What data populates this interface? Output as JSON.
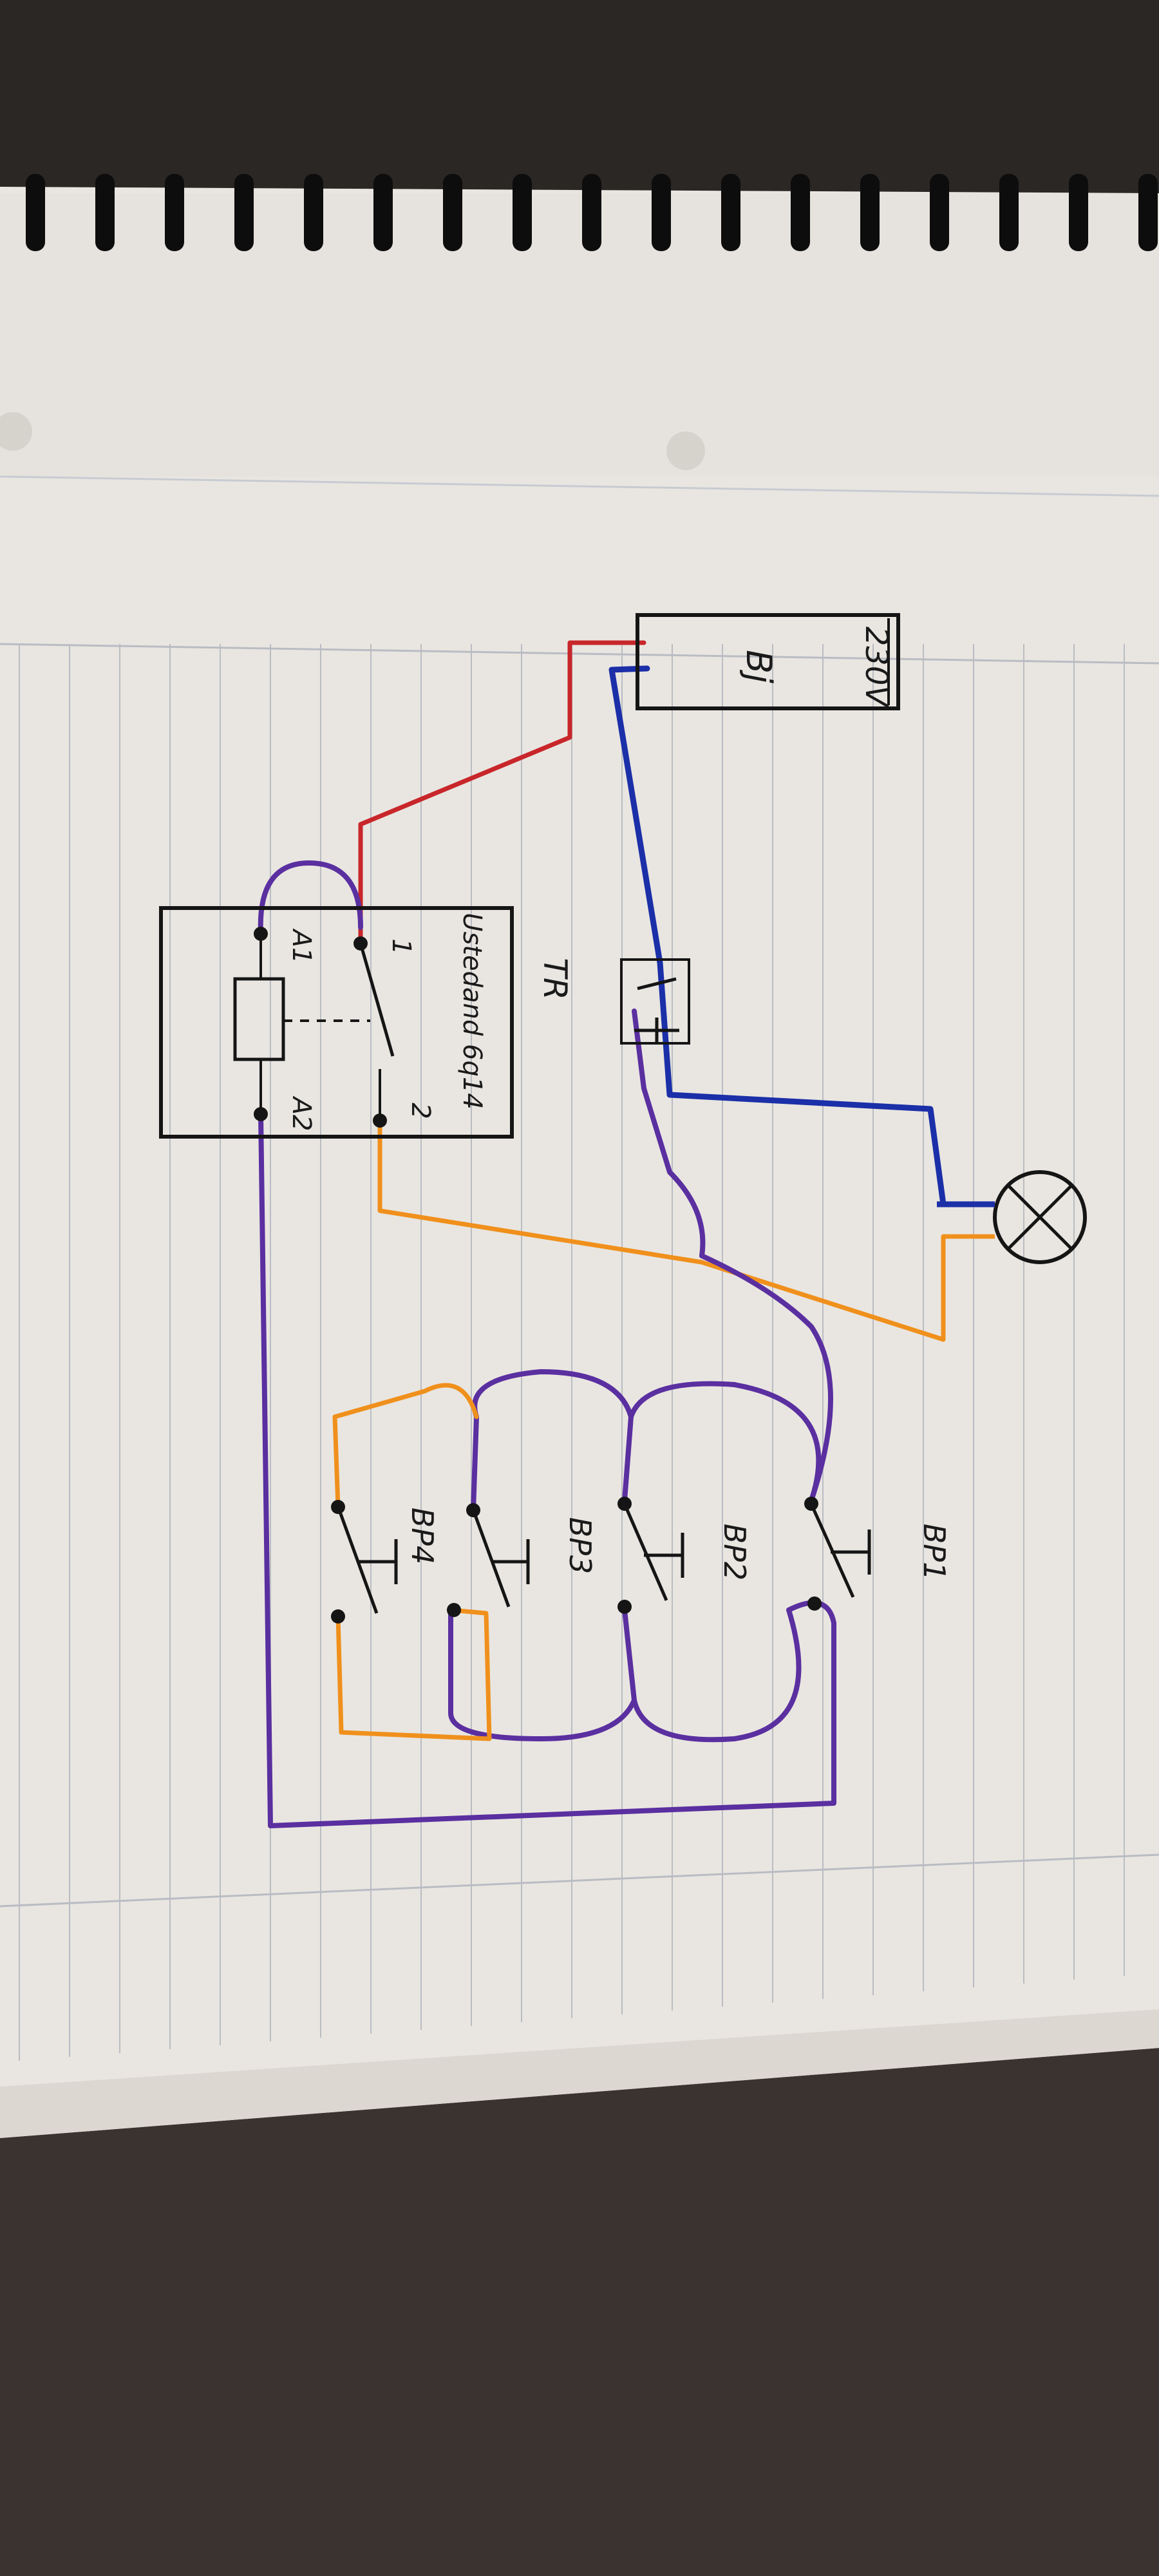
{
  "colors": {
    "background_leather": "#3a3330",
    "paper": "#e9e6e1",
    "line_ruling": "#b9bcc3",
    "wire_purple": "#5a2fa0",
    "wire_red": "#c8262a",
    "wire_blue": "#1b2fa8",
    "wire_orange": "#f0901c",
    "ink_black": "#151515",
    "spiral_binding": "#0d0d0d"
  },
  "icons": [
    "spiral-binding-icon",
    "lamp-icon",
    "relay-coil-icon",
    "push-button-icon"
  ],
  "labels": {
    "power_supply": "230V",
    "power_supply_sub": "Bj",
    "relay_name": "TR",
    "relay_type": "Ustedand 6q14",
    "relay_pin_a1": "A1",
    "relay_pin_a2": "A2",
    "relay_contact_1": "1",
    "relay_contact_2": "2",
    "button_1": "BP1",
    "button_2": "BP2",
    "button_3": "BP3",
    "button_4": "BP4"
  }
}
